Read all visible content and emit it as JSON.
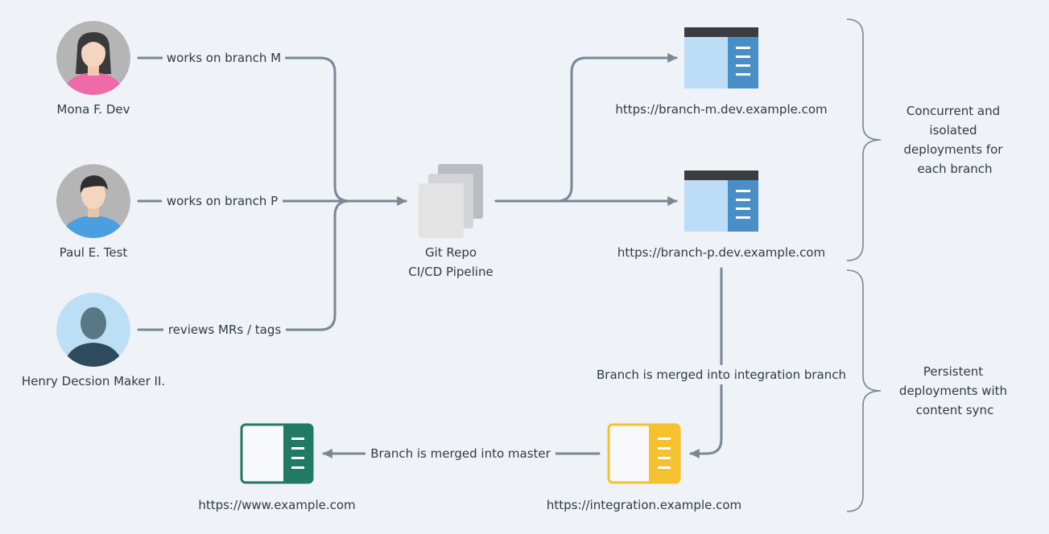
{
  "people": [
    {
      "name": "Mona F. Dev",
      "action": "works on branch M",
      "icon": "woman-avatar-icon"
    },
    {
      "name": "Paul E. Test",
      "action": "works on branch P",
      "icon": "man-avatar-icon"
    },
    {
      "name": "Henry Decsion Maker II.",
      "action": "reviews MRs / tags",
      "icon": "person-silhouette-icon"
    }
  ],
  "repo": {
    "line1": "Git Repo",
    "line2": "CI/CD Pipeline",
    "icon": "document-stack-icon"
  },
  "deployments": {
    "branch_m": "https://branch-m.dev.example.com",
    "branch_p": "https://branch-p.dev.example.com",
    "integration": "https://integration.example.com",
    "production": "https://www.example.com"
  },
  "merges": {
    "to_integration": "Branch is merged into integration branch",
    "to_master": "Branch is merged into master"
  },
  "groups": {
    "concurrent": [
      "Concurrent and",
      "isolated",
      "deployments for",
      "each branch"
    ],
    "persistent": [
      "Persistent",
      "deployments with",
      "content sync"
    ]
  },
  "colors": {
    "background": "#eff2f6",
    "connector": "#7a8796",
    "dev_window": "#4a8ec8",
    "integration_window": "#f5c12e",
    "production_window": "#217a64"
  }
}
